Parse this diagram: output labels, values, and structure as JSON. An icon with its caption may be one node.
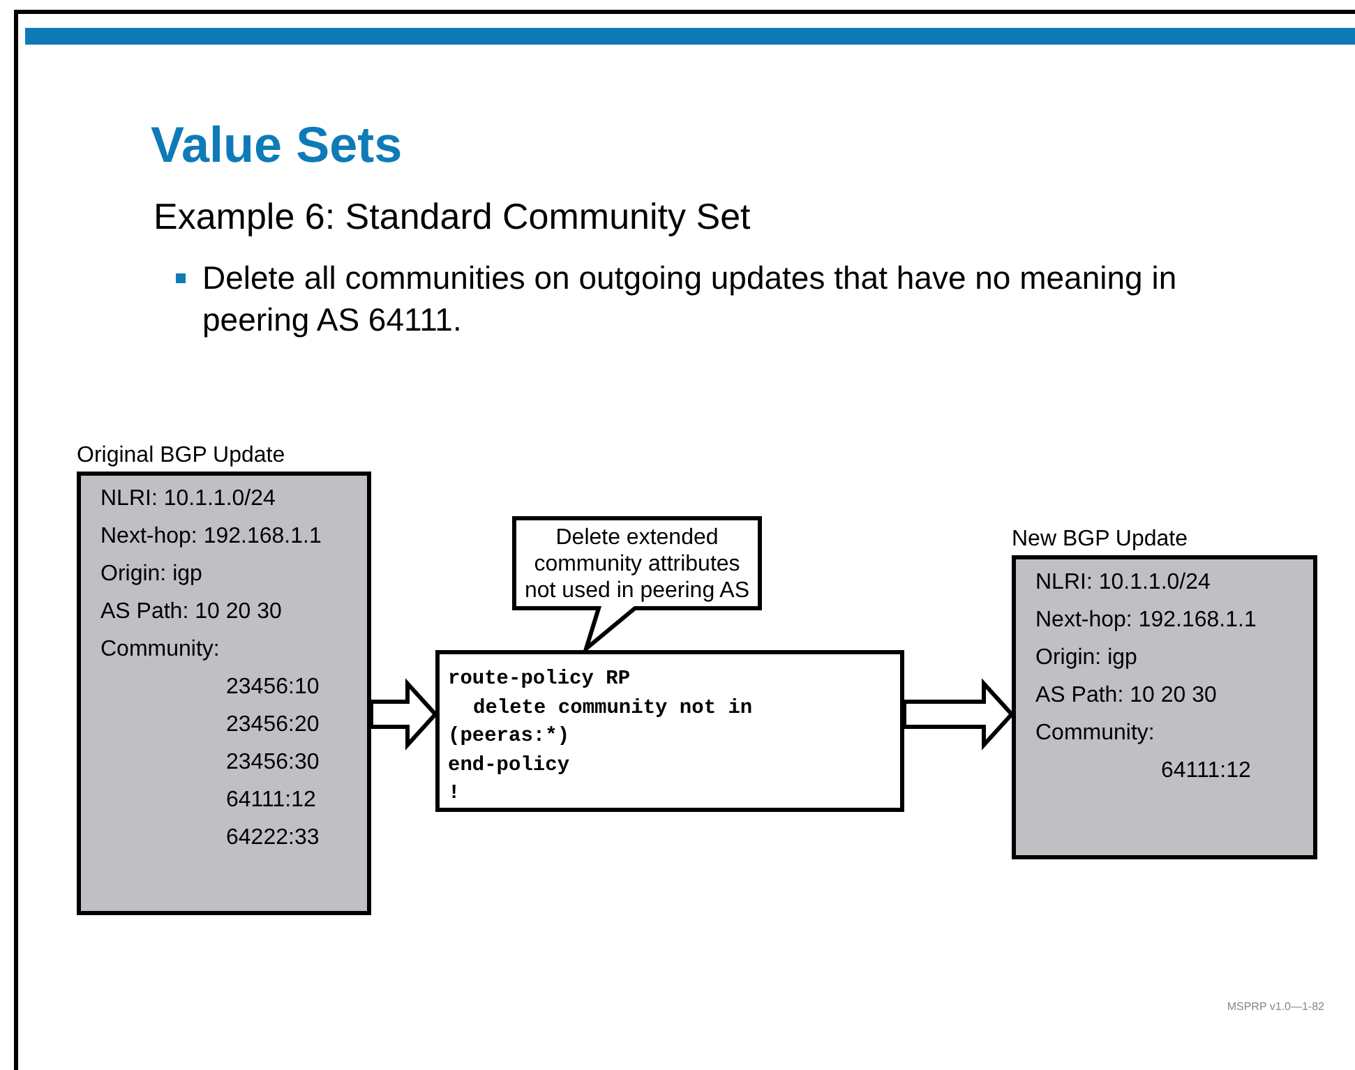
{
  "diagram": {
    "title": "Value Sets",
    "nodes": [
      {
        "text": [
          "Original BGP Update",
          "NLRI: 10.1.1.0/24",
          "Next-hop: 192.168.1.1",
          "Origin: igp",
          "AS Path: 10 20 30",
          "Community:",
          "23456:10",
          "23456:20",
          "23456:30",
          "64111:12",
          "64222:33"
        ]
      },
      {
        "text": [
          "Delete extended community attributes not used in peering AS"
        ]
      },
      {
        "text": [
          "route-policy RP",
          "delete community not in",
          "(peeras:*)",
          "end-policy",
          "!"
        ]
      },
      {
        "text": [
          "New BGP Update",
          "NLRI: 10.1.1.0/24",
          "Next-hop: 192.168.1.1",
          "Origin: igp",
          "AS Path: 10 20 30",
          "Community:",
          "64111:12"
        ]
      }
    ],
    "edges": [
      {
        "from": 0,
        "to": 2,
        "arrow": "to"
      },
      {
        "from": 2,
        "to": 3,
        "arrow": "to"
      }
    ],
    "labels": [
      "Example 6: Standard Community Set",
      "Delete all communities on outgoing updates that have no meaning in peering AS 64111.",
      "MSPRP v1.0—1-82"
    ]
  }
}
